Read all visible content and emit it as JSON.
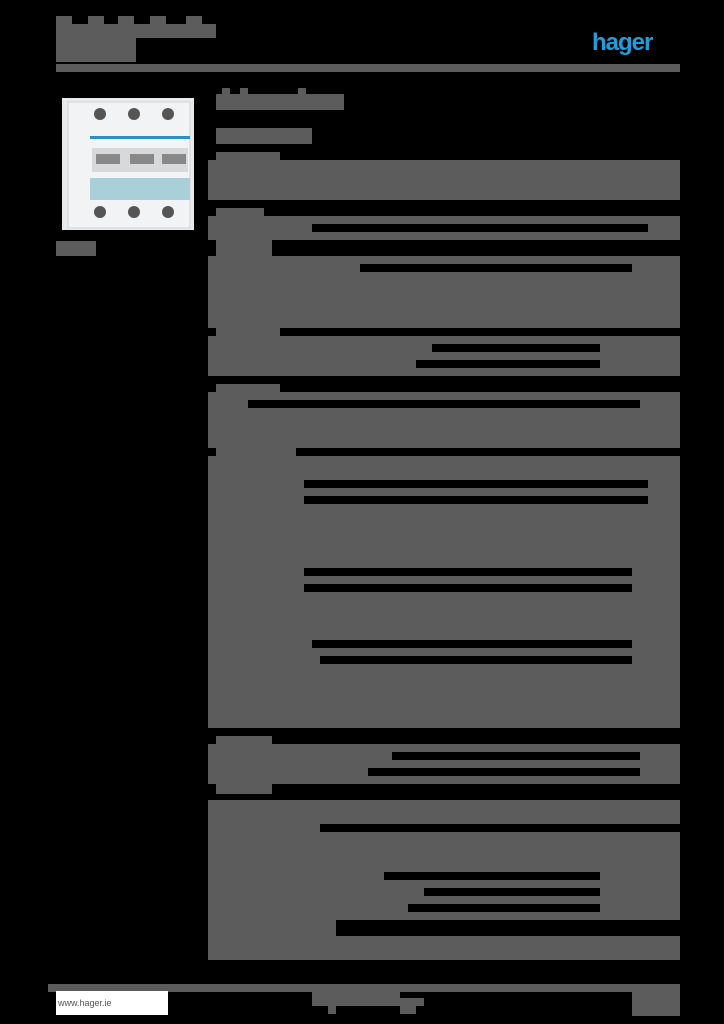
{
  "header": {
    "title": "",
    "subtitle": "",
    "logo_text": "hager",
    "logo_color": "#1a9fe0"
  },
  "product": {
    "image_alt": "3-pole miniature circuit breaker",
    "caption": ""
  },
  "content": {
    "redacted": true,
    "section_count": 8
  },
  "footer": {
    "website": "www.hager.ie"
  },
  "colors": {
    "background": "#000000",
    "redaction_block": "#5b5c5b",
    "brand": "#1a9fe0"
  }
}
